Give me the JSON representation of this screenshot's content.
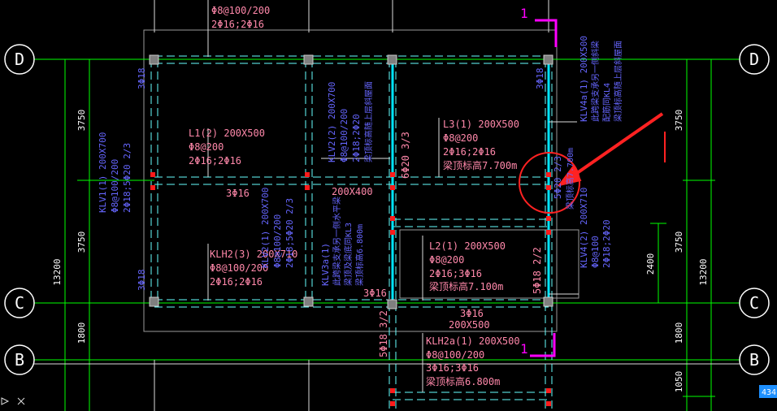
{
  "colors": {
    "background": "#000000",
    "grid": "#00ff00",
    "beam": "#66ffff",
    "beam_center": "#00e5ff",
    "column": "#7f7f7f",
    "label_pink": "#ff88aa",
    "label_blue": "#6666ff",
    "dim_white": "#ffffff",
    "annotation": "#ff2222",
    "section_mark": "#ff00ff",
    "outline": "#9a9a9a"
  },
  "axes": {
    "D": "D",
    "C": "C",
    "B": "B"
  },
  "dimensions": {
    "left_top": "3750",
    "left_mid": "3750",
    "left_total": "13200",
    "left_1800": "1800",
    "right_top": "3750",
    "right_mid": "3750",
    "right_total": "13200",
    "right_1800": "1800",
    "right_1050": "1050",
    "right_2400": "2400"
  },
  "section_marks": {
    "top": "1",
    "bottom": "1"
  },
  "labels": {
    "top_a": "Φ8@100/200",
    "top_b": "2Φ16;2Φ16",
    "l1_name": "L1(2) 200X500",
    "l1_stir": "Φ8@200",
    "l1_bars": "2Φ16;2Φ16",
    "l3_name": "L3(1) 200X500",
    "l3_stir": "Φ8@200",
    "l3_bars": "2Φ16;2Φ16",
    "l3_level": "梁顶标高7.700m",
    "l2_name": "L2(1) 200X500",
    "l2_stir": "Φ8@200",
    "l2_bars": "2Φ16;3Φ16",
    "l2_level": "梁顶标高7.100m",
    "klh2_name": "KLH2(3) 200X710",
    "klh2_stir": "Φ8@100/200",
    "klh2_bars": "2Φ16;2Φ16",
    "klh2a_size": "200X500",
    "klh2a_name": "KLH2a(1) 200X500",
    "klh2a_stir": "Φ8@100/200",
    "klh2a_bars": "3Φ16;3Φ16",
    "klh2a_level": "梁顶标高6.800m",
    "mid_3phi16": "3Φ16",
    "mid_200x400": "200X400",
    "lower_3phi16_a": "3Φ16",
    "lower_3phi16_b": "3Φ16",
    "klv1": "KLV1(1) 200X700",
    "klv1_stir": "Φ8@100/200",
    "klv1_bars": "2Φ18;5Φ20 2/3",
    "klv2_1": "KLV2(1) 200X700",
    "klv2_1_stir": "Φ8@100/200",
    "klv2_1_bars": "2Φ18;5Φ20 2/3",
    "klv2_2": "KLV2(2) 200X700",
    "klv2_2_stir": "Φ8@100/200",
    "klv2_2_bars": "2Φ18;2Φ20",
    "klv2_2_level": "梁顶标高随上层斜屋面",
    "klv3a": "KLV3a(1)",
    "klv3a_n1": "此跨梁支承另一侧水平梁",
    "klv3a_n2": "梁顶及梁底同KL3",
    "klv3a_n3": "梁顶标高6.800m",
    "klv4a": "KLV4a(1) 200X500",
    "klv4a_n1": "此跨梁支承另一侧斜梁",
    "klv4a_n2": "配筋同KL4",
    "klv4a_n3": "梁顶标高随上层斜屋面",
    "klv4": "KLV4(2) 200X710",
    "klv4_stir": "Φ8@100",
    "klv4_bars": "2Φ18;2Φ20",
    "kl4_level": "梁顶标高7.700m",
    "kl4_bars": "5Φ20 2/3",
    "r_3phi18_tl": "3Φ18",
    "r_3phi18_bl": "3Φ18",
    "r_3phi18_tr": "3Φ18",
    "r_6phi20": "6Φ20 3/3",
    "r_5phi18_22": "5Φ18 2/2",
    "r_5phi18_32": "5Φ18 3/2",
    "status_box": "434"
  }
}
